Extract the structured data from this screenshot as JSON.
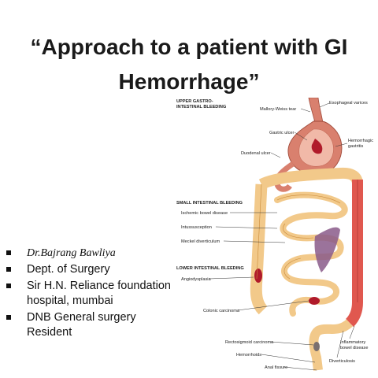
{
  "title": {
    "line1": "“Approach to a patient with GI",
    "line2": "Hemorrhage”"
  },
  "bullets": [
    {
      "text": "Dr.Bajrang Bawliya",
      "style": "italic"
    },
    {
      "text": "Dept. of Surgery",
      "style": "normal"
    },
    {
      "text": "Sir H.N. Reliance foundation hospital, mumbai",
      "style": "normal"
    },
    {
      "text": "DNB  General surgery Resident",
      "style": "normal"
    }
  ],
  "diagram": {
    "sections": {
      "upper_1": "UPPER GASTRO-",
      "upper_2": "INTESTINAL BLEEDING",
      "small": "SMALL INTESTINAL BLEEDING",
      "lower": "LOWER INTESTINAL BLEEDING"
    },
    "labels": {
      "mallory": "Mallory-Weiss tear",
      "esophageal": "Esophageal varices",
      "gastric_ulcer": "Gastric ulcer",
      "hemorrhagic_1": "Hemorrhagic",
      "hemorrhagic_2": "gastritis",
      "duodenal": "Duodenal ulcer",
      "ischemic": "Ischemic bowel disease",
      "intussusception": "Intussusception",
      "meckel": "Meckel diverticulum",
      "angio": "Angiodysplasia",
      "colonic": "Colonic carcinoma",
      "rectosigmoid": "Rectosigmoid carcinoma",
      "hemorrhoids": "Hemorrhoids",
      "anal_fissure": "Anal  fissure",
      "ibd_1": "Inflammatory",
      "ibd_2": "bowel disease",
      "diverticulosis": "Diverticulosis"
    },
    "colors": {
      "bowel": "#f2c98a",
      "bowel_outline": "#c98a3a",
      "stomach": "#d9806e",
      "bleed": "#b01a2a",
      "colon_red": "#e0584f"
    }
  }
}
